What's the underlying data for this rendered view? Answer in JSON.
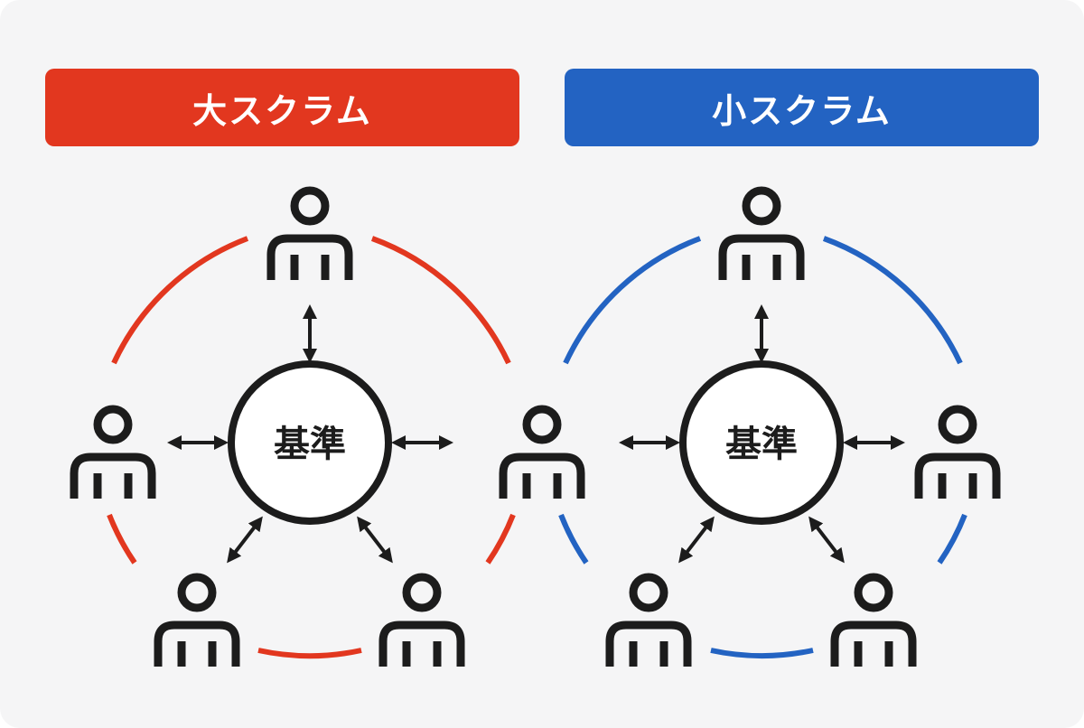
{
  "colors": {
    "large": "#e2371f",
    "small": "#2363c2",
    "ink": "#1c1c1c",
    "background": "#f5f5f6"
  },
  "panels": [
    {
      "id": "large",
      "title": "大スクラム",
      "center_label": "基準",
      "color": "#e2371f"
    },
    {
      "id": "small",
      "title": "小スクラム",
      "center_label": "基準",
      "color": "#2363c2"
    }
  ],
  "icons": {
    "person": "person-icon",
    "arrow": "double-arrow-icon"
  }
}
